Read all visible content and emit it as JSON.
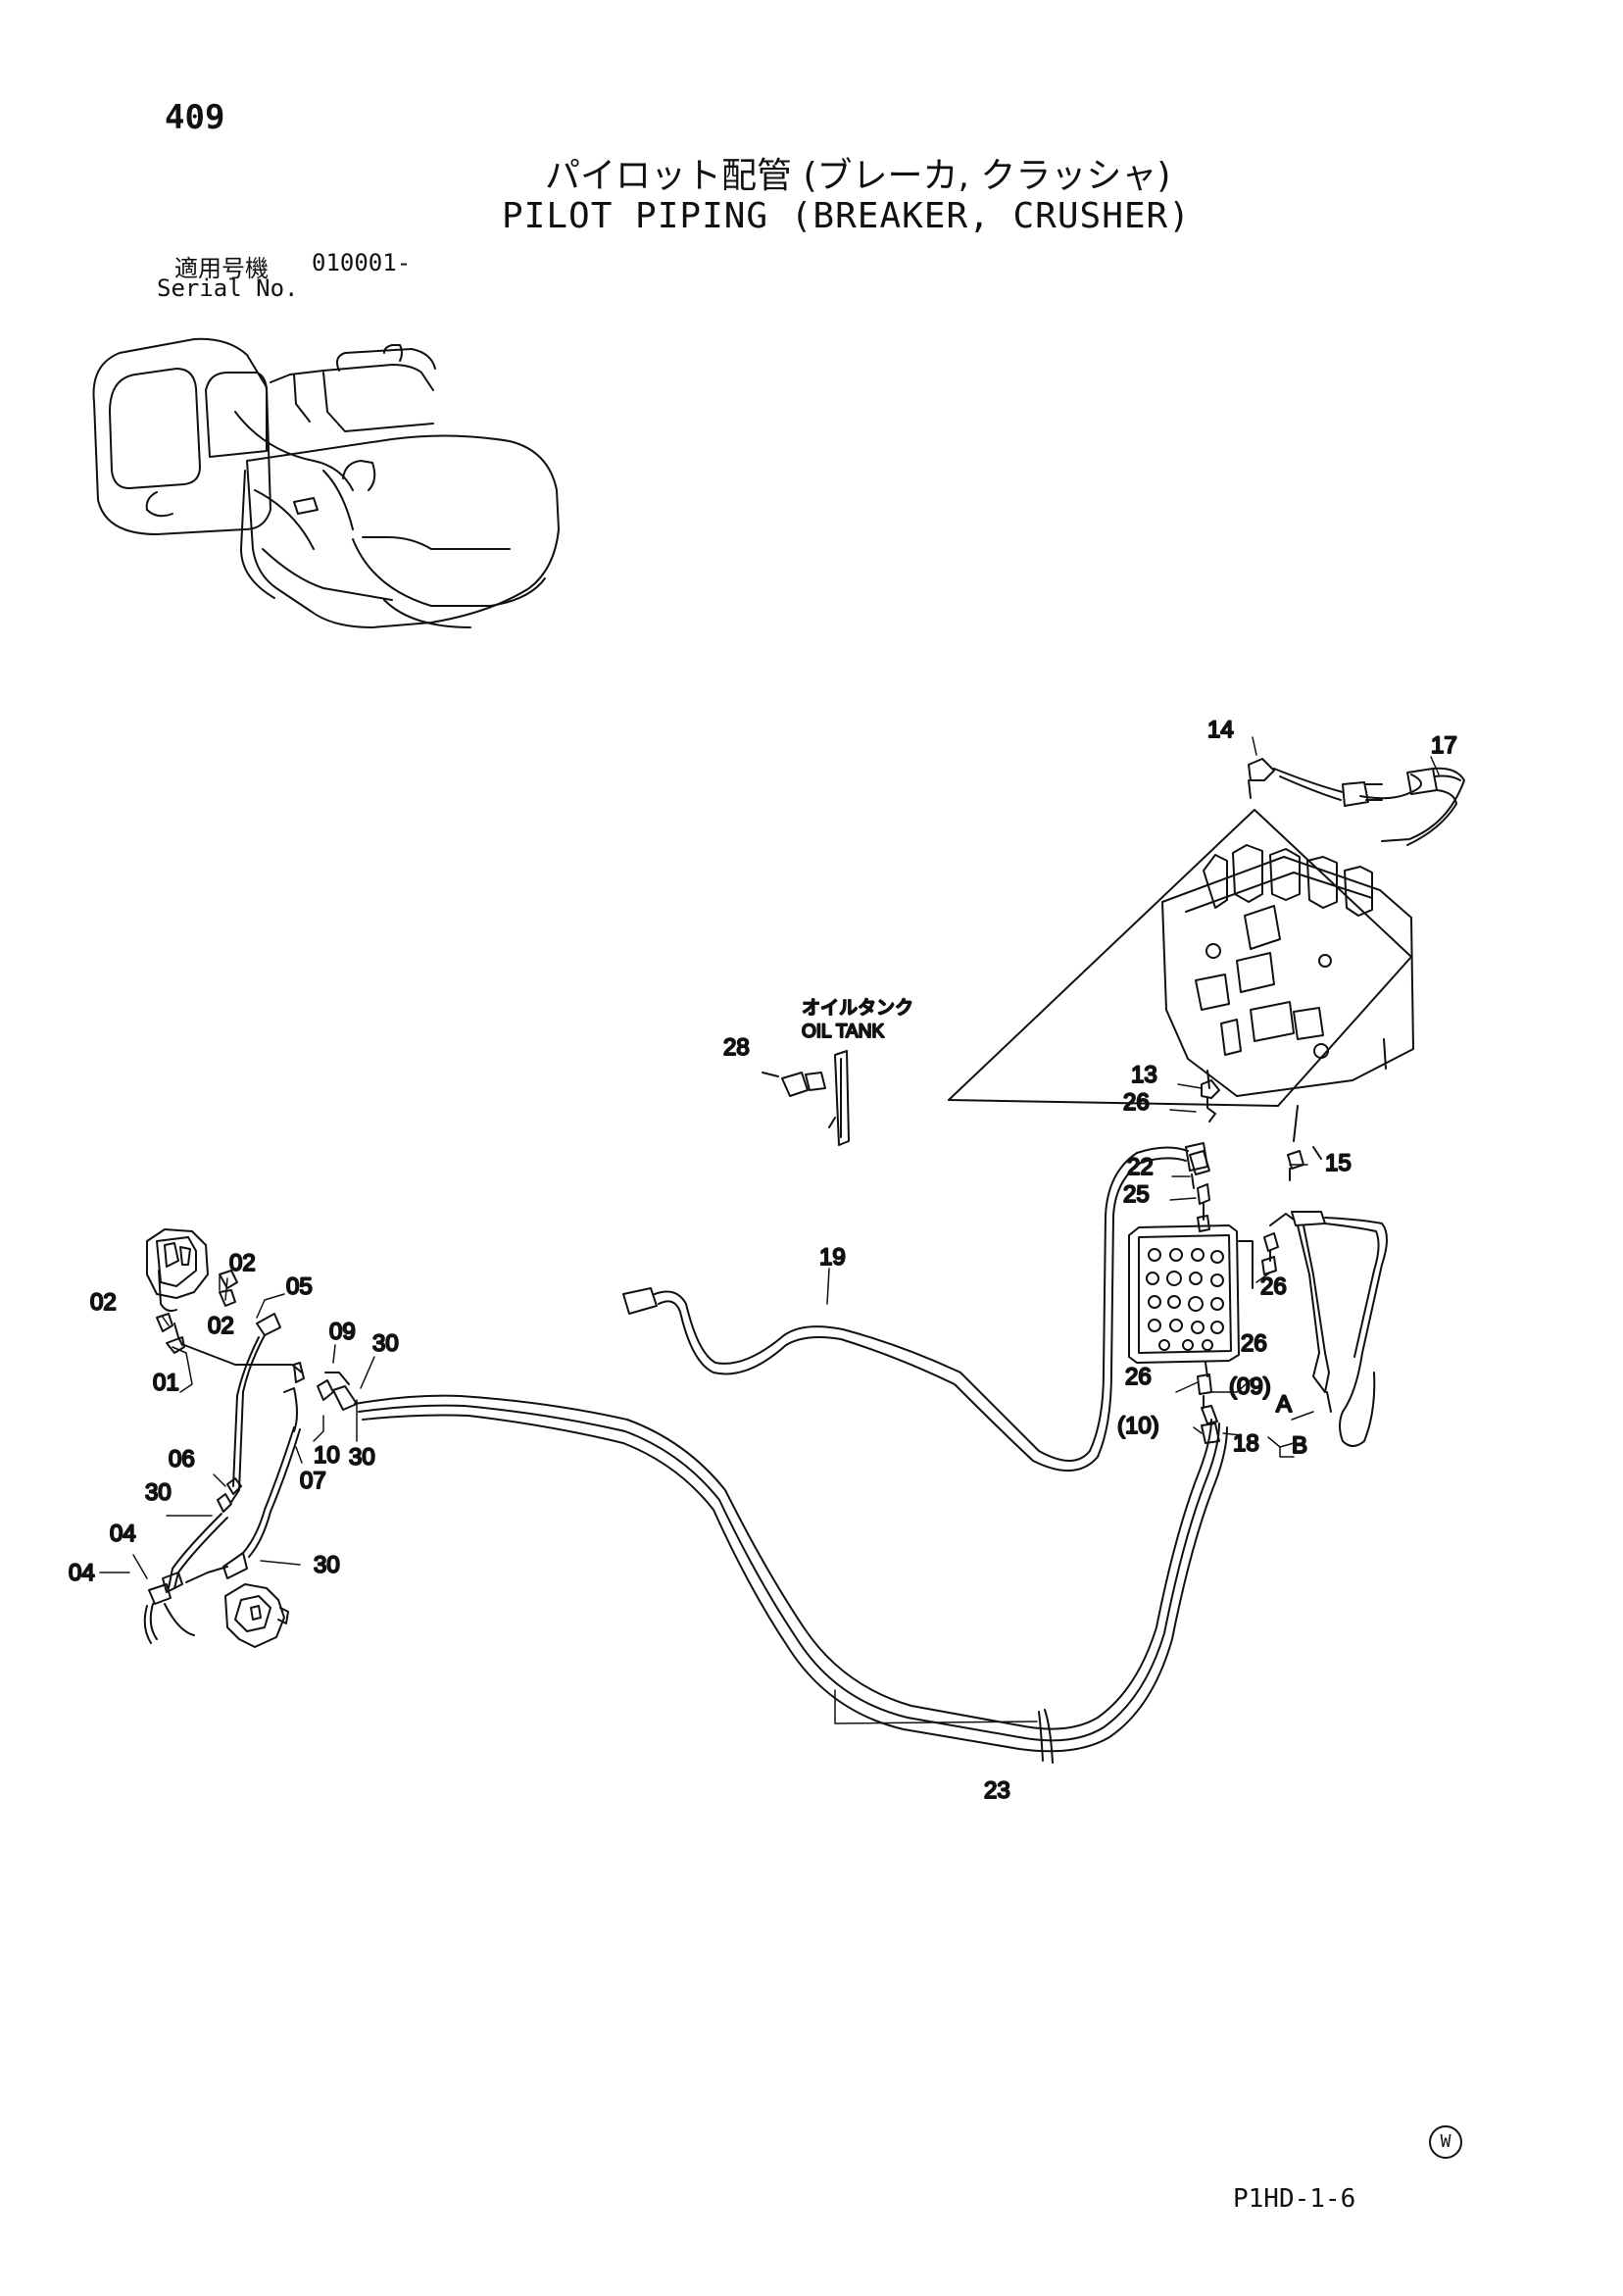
{
  "header": {
    "page_number": "409",
    "title_jp": "パイロット配管 (ブレーカ, クラッシャ)",
    "title_en": "PILOT PIPING (BREAKER, CRUSHER)",
    "serial_label_jp": "適用号機",
    "serial_value": "010001-",
    "serial_label_en": "Serial No."
  },
  "callouts": {
    "c01": "01",
    "c02a": "02",
    "c02b": "02",
    "c02c": "02",
    "c04a": "04",
    "c04b": "04",
    "c05": "05",
    "c06": "06",
    "c07": "07",
    "c09": "09",
    "c10": "10",
    "c30a": "30",
    "c30b": "30",
    "c30c": "30",
    "c30d": "30",
    "c13": "13",
    "c14": "14",
    "c15": "15",
    "c17": "17",
    "c18": "18",
    "c19": "19",
    "c22": "22",
    "c23": "23",
    "c25": "25",
    "c26a": "26",
    "c26b": "26",
    "c26c": "26",
    "c26d": "26",
    "c28": "28",
    "c09p": "(09)",
    "c10p": "(10)",
    "portA": "A",
    "portB": "B"
  },
  "notes": {
    "oil_tank_jp": "オイルタンク",
    "oil_tank_en": "OIL TANK"
  },
  "footer": {
    "code": "P1HD-1-6",
    "copyright_mark": "W"
  }
}
